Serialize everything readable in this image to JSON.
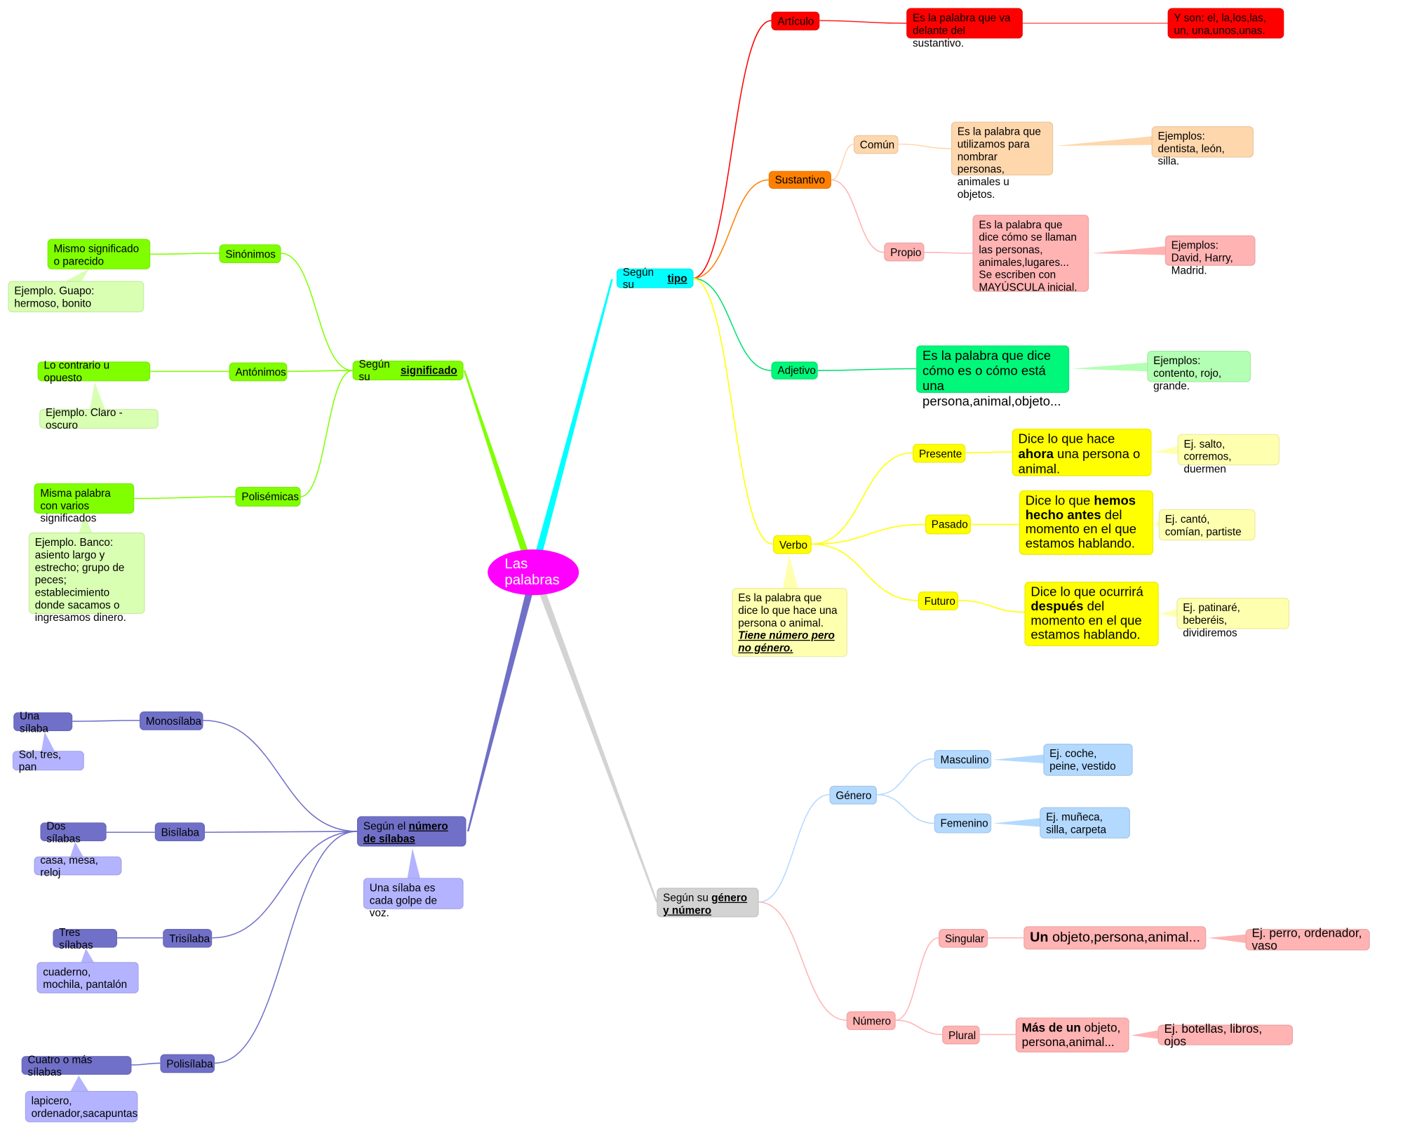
{
  "center": {
    "line1": "Las",
    "line2": "palabras"
  },
  "colors": {
    "center": "#ff00ff",
    "tipo": "#00ffff",
    "significado": "#80ff00",
    "silabas": "#7070c8",
    "genero_numero": "#d3d3d3"
  },
  "tipo": {
    "prefix": "Según su ",
    "bold": "tipo",
    "articulo": {
      "label": "Artículo",
      "desc": "Es la palabra que va delante del sustantivo.",
      "examples": "Y son: el, la,los,las, un, una,unos,unas."
    },
    "sustantivo": {
      "label": "Sustantivo",
      "comun": {
        "label": "Común",
        "desc": "Es la palabra que utilizamos para nombrar personas, animales u objetos.",
        "examples": "Ejemplos: dentista, león, silla."
      },
      "propio": {
        "label": "Propio",
        "desc": "Es la palabra que dice cómo se llaman las personas, animales,lugares...  Se escriben con MAYÚSCULA inicial.",
        "examples": "Ejemplos: David, Harry, Madrid."
      }
    },
    "adjetivo": {
      "label": "Adjetivo",
      "desc": "Es la palabra que dice cómo es o cómo está una persona,animal,objeto...",
      "examples": "Ejemplos: contento, rojo, grande."
    },
    "verbo": {
      "label": "Verbo",
      "note": "Es la palabra que dice lo que hace una persona o animal.",
      "note_emph": "Tiene número pero no género.",
      "presente": {
        "label": "Presente",
        "pre": "Dice lo que hace ",
        "bold": "ahora",
        "post": " una persona o animal.",
        "examples": "Ej. salto, corremos, duermen"
      },
      "pasado": {
        "label": "Pasado",
        "pre": "Dice lo que ",
        "bold": "hemos hecho antes",
        "post": " del momento en el que estamos hablando.",
        "examples": "Ej. cantó, comían, partiste"
      },
      "futuro": {
        "label": "Futuro",
        "pre": "Dice lo que ocurrirá ",
        "bold": "después",
        "post": " del momento en el que estamos hablando.",
        "examples": "Ej. patinaré, beberéis, dividiremos"
      }
    }
  },
  "significado": {
    "prefix": "Según su ",
    "bold": "significado",
    "sinonimos": {
      "label": "Sinónimos",
      "desc": "Mismo significado o parecido",
      "example": "Ejemplo. Guapo: hermoso, bonito"
    },
    "antonimos": {
      "label": "Antónimos",
      "desc": "Lo contrario u opuesto",
      "example": "Ejemplo. Claro - oscuro"
    },
    "polisemicas": {
      "label": "Polisémicas",
      "desc": "Misma palabra con varios significados",
      "example": "Ejemplo. Banco: asiento largo y estrecho; grupo de peces; establecimiento donde sacamos o ingresamos dinero."
    }
  },
  "silabas": {
    "prefix": "Según el ",
    "bold": "número de sílabas",
    "note": "Una sílaba es cada golpe de voz.",
    "monosilaba": {
      "label": "Monosílaba",
      "desc": "Una sílaba",
      "example": "Sol, tres, pan"
    },
    "bisilaba": {
      "label": "Bisílaba",
      "desc": "Dos sílabas",
      "example": "casa, mesa, reloj"
    },
    "trisilaba": {
      "label": "Trisílaba",
      "desc": "Tres sílabas",
      "example": "cuaderno, mochila, pantalón"
    },
    "polisilaba": {
      "label": "Polisílaba",
      "desc": "Cuatro o más sílabas",
      "example": "lapicero, ordenador,sacapuntas"
    }
  },
  "genero_numero": {
    "prefix": "Según su ",
    "bold": "género y número",
    "genero": {
      "label": "Género",
      "masculino": {
        "label": "Masculino",
        "examples": "Ej. coche, peine, vestido"
      },
      "femenino": {
        "label": "Femenino",
        "examples": "Ej. muñeca, silla, carpeta"
      }
    },
    "numero": {
      "label": "Número",
      "singular": {
        "label": "Singular",
        "bold": "Un",
        "post": " objeto,persona,animal...",
        "examples": "Ej. perro, ordenador, vaso"
      },
      "plural": {
        "label": "Plural",
        "bold": "Más de un",
        "post": " objeto, persona,animal...",
        "examples": "Ej. botellas, libros, ojos"
      }
    }
  }
}
